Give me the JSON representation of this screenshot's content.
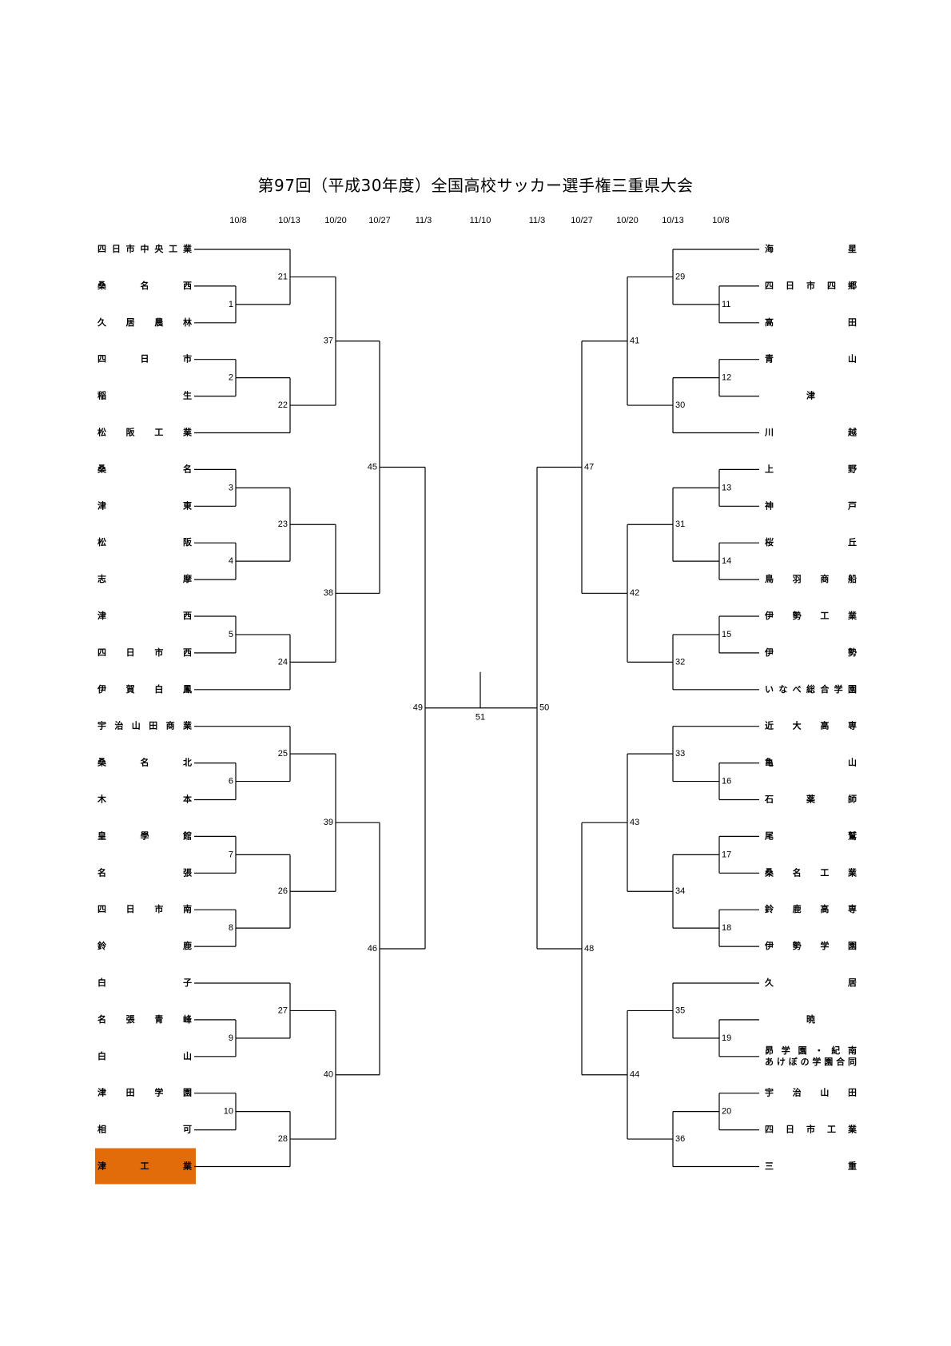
{
  "title": "第97回（平成30年度）全国高校サッカー選手権三重県大会",
  "dates_left": [
    "10/8",
    "10/13",
    "10/20",
    "10/27",
    "11/3"
  ],
  "date_center": "11/10",
  "dates_right": [
    "11/3",
    "10/27",
    "10/20",
    "10/13",
    "10/8"
  ],
  "left_teams": [
    {
      "name": "四日市中央工業"
    },
    {
      "name": "桑名西"
    },
    {
      "name": "久居農林"
    },
    {
      "name": "四日市"
    },
    {
      "name": "稲生"
    },
    {
      "name": "松阪工業"
    },
    {
      "name": "桑名"
    },
    {
      "name": "津東"
    },
    {
      "name": "松阪"
    },
    {
      "name": "志摩"
    },
    {
      "name": "津西"
    },
    {
      "name": "四日市西"
    },
    {
      "name": "伊賀白鳳"
    },
    {
      "name": "宇治山田商業"
    },
    {
      "name": "桑名北"
    },
    {
      "name": "木本"
    },
    {
      "name": "皇學館"
    },
    {
      "name": "名張"
    },
    {
      "name": "四日市南"
    },
    {
      "name": "鈴鹿"
    },
    {
      "name": "白子"
    },
    {
      "name": "名張青峰"
    },
    {
      "name": "白山"
    },
    {
      "name": "津田学園"
    },
    {
      "name": "相可"
    },
    {
      "name": "津工業",
      "highlight": true
    }
  ],
  "right_teams": [
    {
      "name": "海星"
    },
    {
      "name": "四日市四郷"
    },
    {
      "name": "高田"
    },
    {
      "name": "青山"
    },
    {
      "name": "津"
    },
    {
      "name": "川越"
    },
    {
      "name": "上野"
    },
    {
      "name": "神戸"
    },
    {
      "name": "桜丘"
    },
    {
      "name": "鳥羽商船"
    },
    {
      "name": "伊勢工業"
    },
    {
      "name": "伊勢"
    },
    {
      "name": "いなべ総合学園"
    },
    {
      "name": "近大高専"
    },
    {
      "name": "亀山"
    },
    {
      "name": "石薬師"
    },
    {
      "name": "尾鷲"
    },
    {
      "name": "桑名工業"
    },
    {
      "name": "鈴鹿高専"
    },
    {
      "name": "伊勢学園"
    },
    {
      "name": "久居"
    },
    {
      "name": "暁"
    },
    {
      "name": "昴学園・紀南\nあけぼの学園合同"
    },
    {
      "name": "宇治山田"
    },
    {
      "name": "四日市工業"
    },
    {
      "name": "三重"
    }
  ],
  "match_numbers": {
    "left_r1": [
      "1",
      "2",
      "3",
      "4",
      "5",
      "6",
      "7",
      "8",
      "9",
      "10"
    ],
    "left_r2": [
      "21",
      "22",
      "23",
      "24",
      "25",
      "26",
      "27",
      "28"
    ],
    "left_r3": [
      "37",
      "38",
      "39",
      "40"
    ],
    "left_r4": [
      "45",
      "46"
    ],
    "left_semi": "49",
    "right_r1": [
      "11",
      "12",
      "13",
      "14",
      "15",
      "16",
      "17",
      "18",
      "19",
      "20"
    ],
    "right_r2": [
      "29",
      "30",
      "31",
      "32",
      "33",
      "34",
      "35",
      "36"
    ],
    "right_r3": [
      "41",
      "42",
      "43",
      "44"
    ],
    "right_r4": [
      "47",
      "48"
    ],
    "right_semi": "50",
    "final": "51"
  },
  "colors": {
    "highlight": "#e36c0a",
    "line": "#000000"
  }
}
